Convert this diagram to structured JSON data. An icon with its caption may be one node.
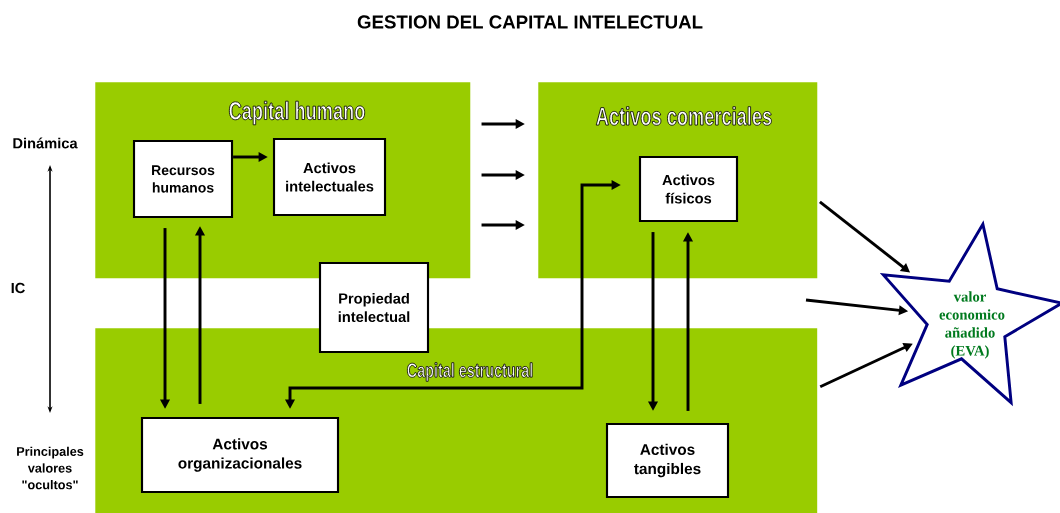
{
  "diagram": {
    "title": "GESTION DEL CAPITAL INTELECTUAL",
    "nodes": [
      {
        "text": [
          "Capital humano"
        ]
      },
      {
        "text": [
          "Recursos humanos"
        ],
        "in": 0
      },
      {
        "text": [
          "Activos intelectuales"
        ],
        "in": 0
      },
      {
        "text": [
          "Activos comerciales"
        ]
      },
      {
        "text": [
          "Activos físicos"
        ],
        "in": 3
      },
      {
        "text": [
          "Capital estructural"
        ]
      },
      {
        "text": [
          "Propiedad intelectual"
        ]
      },
      {
        "text": [
          "Activos organizacionales"
        ],
        "in": 5
      },
      {
        "text": [
          "Activos tangibles"
        ],
        "in": 5
      },
      {
        "text": [
          "valor economico añadido (EVA)"
        ]
      }
    ],
    "edges": [
      {
        "from": 1,
        "to": 2,
        "arrow": "to"
      },
      {
        "from": 1,
        "to": 7,
        "arrow": "to"
      },
      {
        "from": 7,
        "to": 1,
        "arrow": "to"
      },
      {
        "from": 0,
        "to": 3,
        "arrow": "to"
      },
      {
        "from": 0,
        "to": 3,
        "arrow": "to"
      },
      {
        "from": 0,
        "to": 3,
        "arrow": "to"
      },
      {
        "from": 7,
        "to": 4,
        "arrow": "both"
      },
      {
        "from": 4,
        "to": 8,
        "arrow": "to"
      },
      {
        "from": 8,
        "to": 4,
        "arrow": "to"
      },
      {
        "from": 3,
        "to": 9,
        "arrow": "to"
      },
      {
        "from": null,
        "to": 9,
        "arrow": "to"
      },
      {
        "from": 5,
        "to": 9,
        "arrow": "to"
      }
    ],
    "labels": [
      "Dinámica",
      "IC",
      "Principales valores \"ocultos\""
    ]
  }
}
